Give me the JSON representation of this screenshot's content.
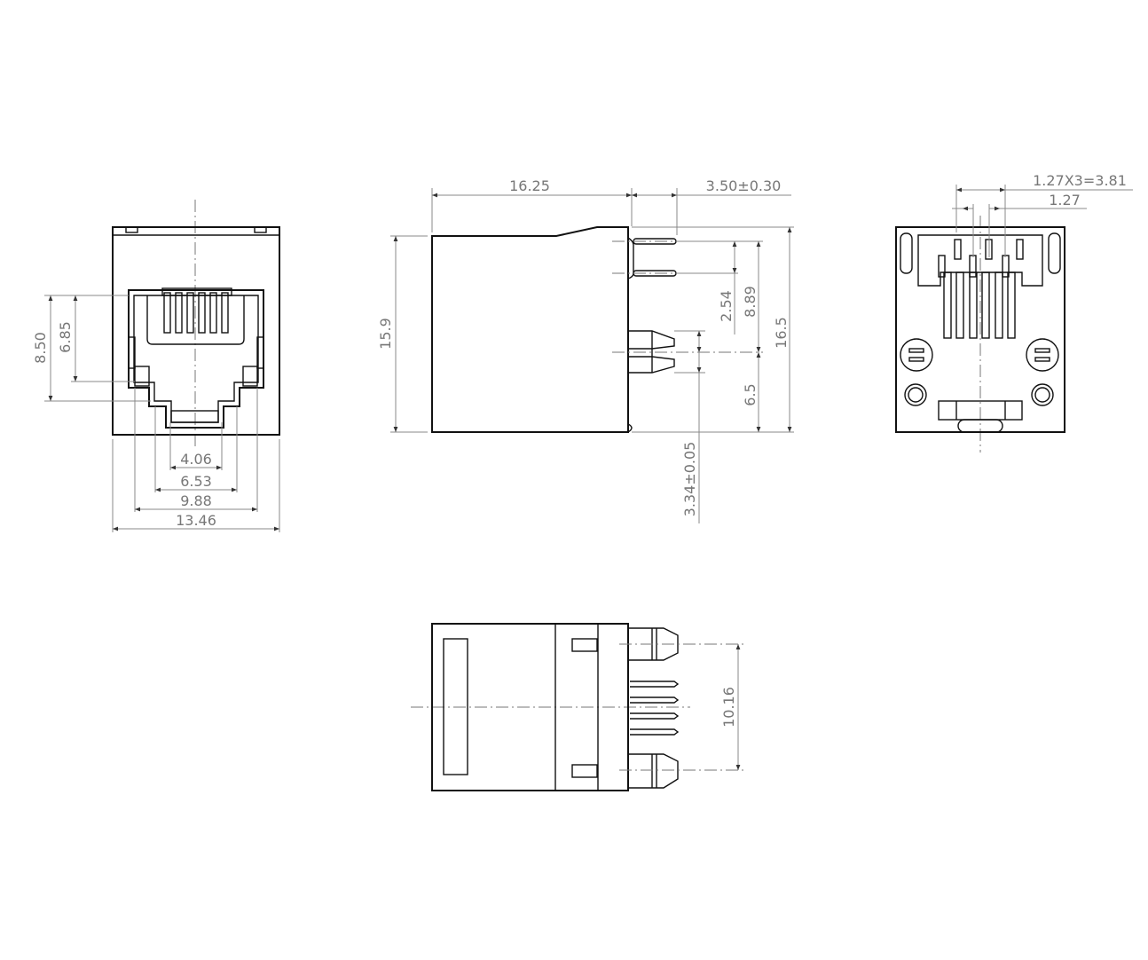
{
  "front_view": {
    "dims": {
      "h_850": "8.50",
      "h_685": "6.85",
      "w_406": "4.06",
      "w_653": "6.53",
      "w_988": "9.88",
      "w_1346": "13.46"
    }
  },
  "side_view": {
    "dims": {
      "len_1625": "16.25",
      "pin_350": "3.50±0.30",
      "h_159": "15.9",
      "pitch_254": "2.54",
      "h_889": "8.89",
      "h_65": "6.5",
      "h_165": "16.5",
      "post_334": "3.34±0.05"
    }
  },
  "rear_view": {
    "dims": {
      "pitch_total": "1.27X3=3.81",
      "pitch": "1.27"
    }
  },
  "bottom_view": {
    "dims": {
      "post_spacing": "10.16"
    }
  },
  "colors": {
    "outline": "#111111",
    "dimension": "#777777"
  }
}
